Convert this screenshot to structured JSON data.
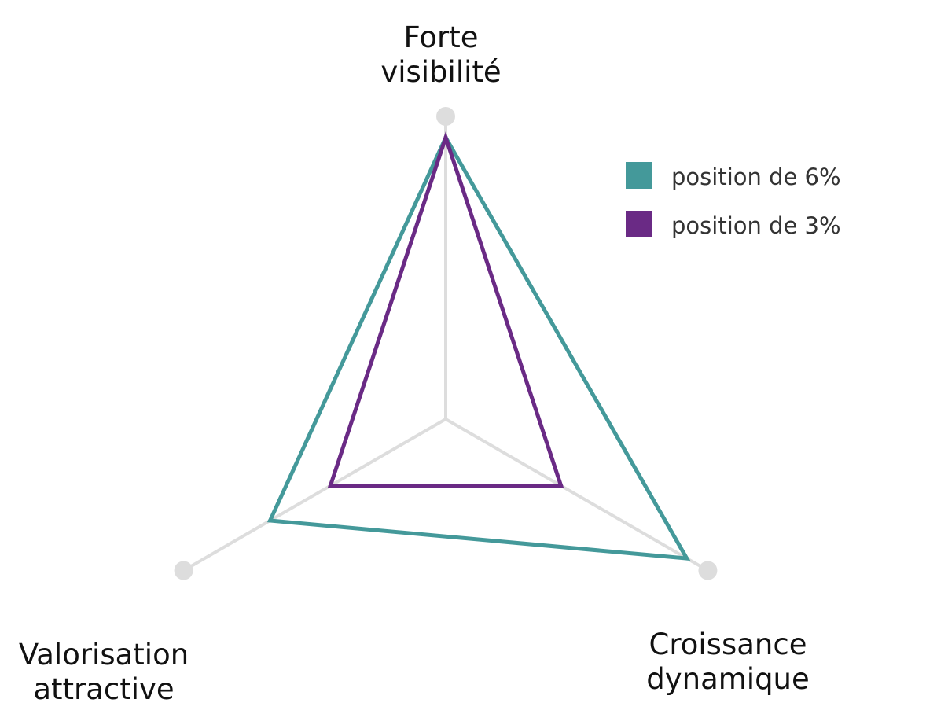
{
  "chart_data": {
    "type": "radar",
    "axes": [
      {
        "id": "visibility",
        "lines": [
          "Forte",
          "visibilité"
        ]
      },
      {
        "id": "growth",
        "lines": [
          "Croissance",
          "dynamique"
        ]
      },
      {
        "id": "valuation",
        "lines": [
          "Valorisation",
          "attractive"
        ]
      }
    ],
    "range": [
      0,
      10
    ],
    "grid": false,
    "legend_position": "top-right",
    "series": [
      {
        "name": "position de 6%",
        "color": "#44999a",
        "values": [
          9.3,
          9.2,
          6.7
        ]
      },
      {
        "name": "position de 3%",
        "color": "#6a2a85",
        "values": [
          9.3,
          4.4,
          4.4
        ]
      }
    ],
    "colors": {
      "axis": "#dddddd",
      "axis_end_marker": "#dddddd",
      "text": "#111111"
    }
  }
}
